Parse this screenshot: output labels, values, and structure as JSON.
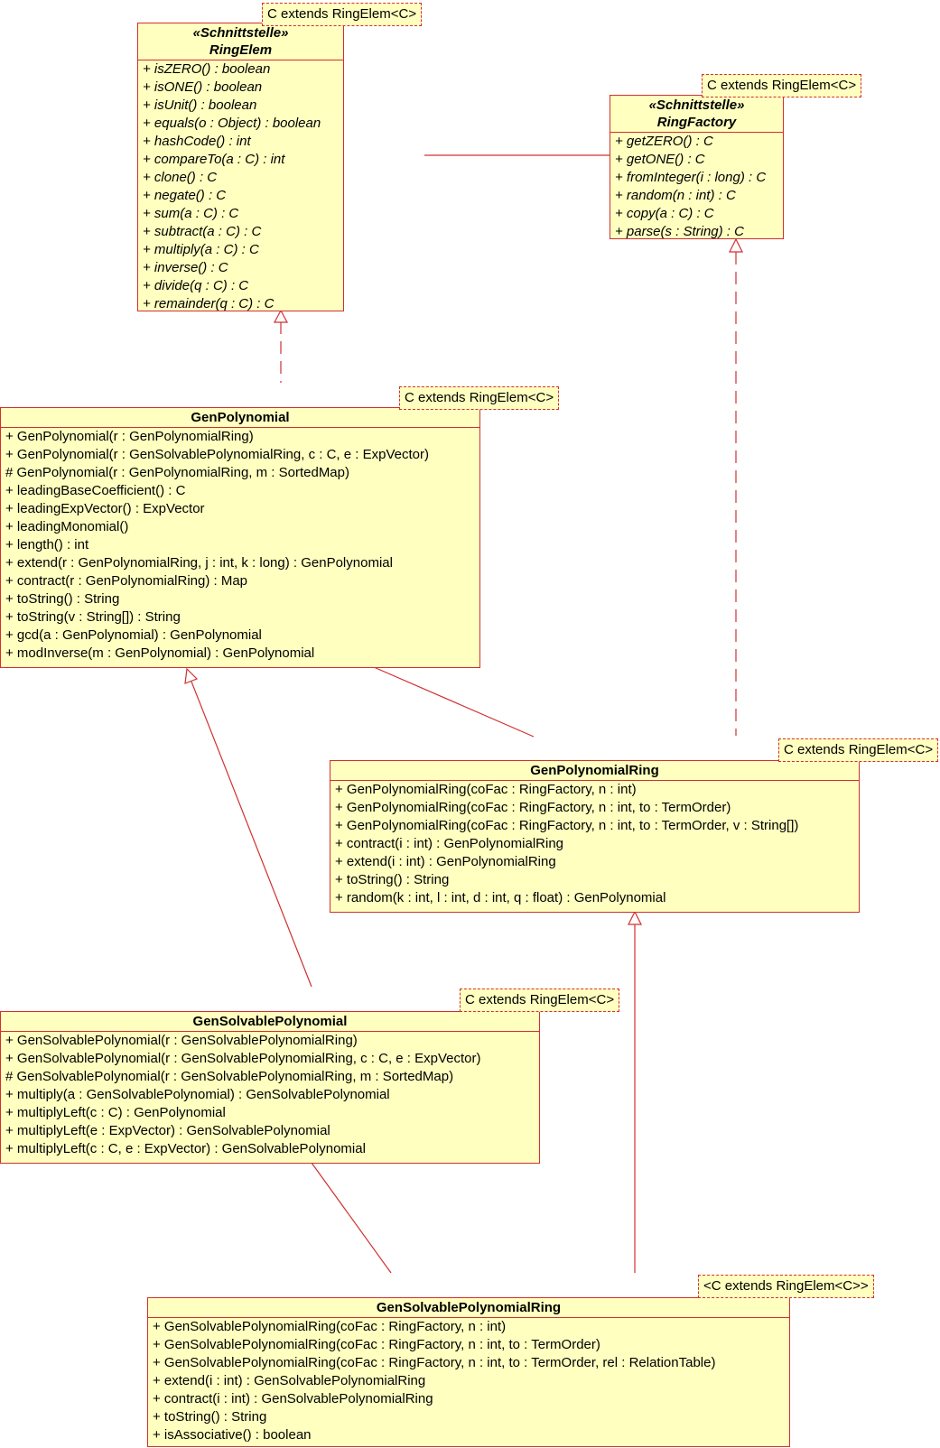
{
  "classes": {
    "ringelem": {
      "stereotype": "«Schnittstelle»",
      "name": "RingElem",
      "type_param": "C extends RingElem<C>",
      "methods": [
        "+ isZERO() : boolean",
        "+ isONE() : boolean",
        "+ isUnit() : boolean",
        "+ equals(o : Object) : boolean",
        "+ hashCode() : int",
        "+ compareTo(a : C) : int",
        "+ clone() : C",
        "+ negate() : C",
        "+ sum(a : C) : C",
        "+ subtract(a : C) : C",
        "+ multiply(a : C) : C",
        "+ inverse() : C",
        "+ divide(q : C) : C",
        "+ remainder(q : C) : C"
      ]
    },
    "ringfactory": {
      "stereotype": "«Schnittstelle»",
      "name": "RingFactory",
      "type_param": "C extends RingElem<C>",
      "methods": [
        "+ getZERO() : C",
        "+ getONE() : C",
        "+ fromInteger(i : long) : C",
        "+ random(n : int) : C",
        "+ copy(a : C) : C",
        "+ parse(s : String) : C"
      ]
    },
    "genpolynomial": {
      "name": "GenPolynomial",
      "type_param": "C extends RingElem<C>",
      "methods": [
        "+ GenPolynomial(r : GenPolynomialRing)",
        "+ GenPolynomial(r : GenSolvablePolynomialRing, c : C, e : ExpVector)",
        "# GenPolynomial(r : GenPolynomialRing, m : SortedMap)",
        "+ leadingBaseCoefficient() : C",
        "+ leadingExpVector() : ExpVector",
        "+ leadingMonomial()",
        "+ length() : int",
        "+ extend(r : GenPolynomialRing, j : int, k : long) : GenPolynomial",
        "+ contract(r : GenPolynomialRing) : Map",
        "+ toString() : String",
        "+ toString(v : String[]) : String",
        "+ gcd(a : GenPolynomial) : GenPolynomial",
        "+ modInverse(m : GenPolynomial) : GenPolynomial"
      ]
    },
    "genpolynomialring": {
      "name": "GenPolynomialRing",
      "type_param": "C extends RingElem<C>",
      "methods": [
        "+ GenPolynomialRing(coFac : RingFactory, n : int)",
        "+ GenPolynomialRing(coFac : RingFactory, n : int, to : TermOrder)",
        "+ GenPolynomialRing(coFac : RingFactory, n : int, to : TermOrder, v : String[])",
        "+ contract(i : int) : GenPolynomialRing",
        "+ extend(i : int) : GenPolynomialRing",
        "+ toString() : String",
        "+ random(k : int, l : int, d : int, q : float) : GenPolynomial"
      ]
    },
    "gensolvablepolynomial": {
      "name": "GenSolvablePolynomial",
      "type_param": "C extends RingElem<C>",
      "methods": [
        "+ GenSolvablePolynomial(r : GenSolvablePolynomialRing)",
        "+ GenSolvablePolynomial(r : GenSolvablePolynomialRing, c : C, e : ExpVector)",
        "# GenSolvablePolynomial(r : GenSolvablePolynomialRing, m : SortedMap)",
        "+ multiply(a : GenSolvablePolynomial) : GenSolvablePolynomial",
        "+ multiplyLeft(c : C) : GenPolynomial",
        "+ multiplyLeft(e : ExpVector) : GenSolvablePolynomial",
        "+ multiplyLeft(c : C, e : ExpVector) : GenSolvablePolynomial"
      ]
    },
    "gensolvablepolynomialring": {
      "name": "GenSolvablePolynomialRing",
      "type_param": "<C extends RingElem<C>>",
      "methods": [
        "+ GenSolvablePolynomialRing(coFac : RingFactory, n : int)",
        "+ GenSolvablePolynomialRing(coFac : RingFactory, n : int, to : TermOrder)",
        "+ GenSolvablePolynomialRing(coFac : RingFactory, n : int, to : TermOrder, rel : RelationTable)",
        "+ extend(i : int) : GenSolvablePolynomialRing",
        "+ contract(i : int) : GenSolvablePolynomialRing",
        "+ toString() : String",
        "+ isAssociative() : boolean"
      ]
    }
  },
  "colors": {
    "fill": "#ffffc0",
    "line": "#d03030"
  }
}
